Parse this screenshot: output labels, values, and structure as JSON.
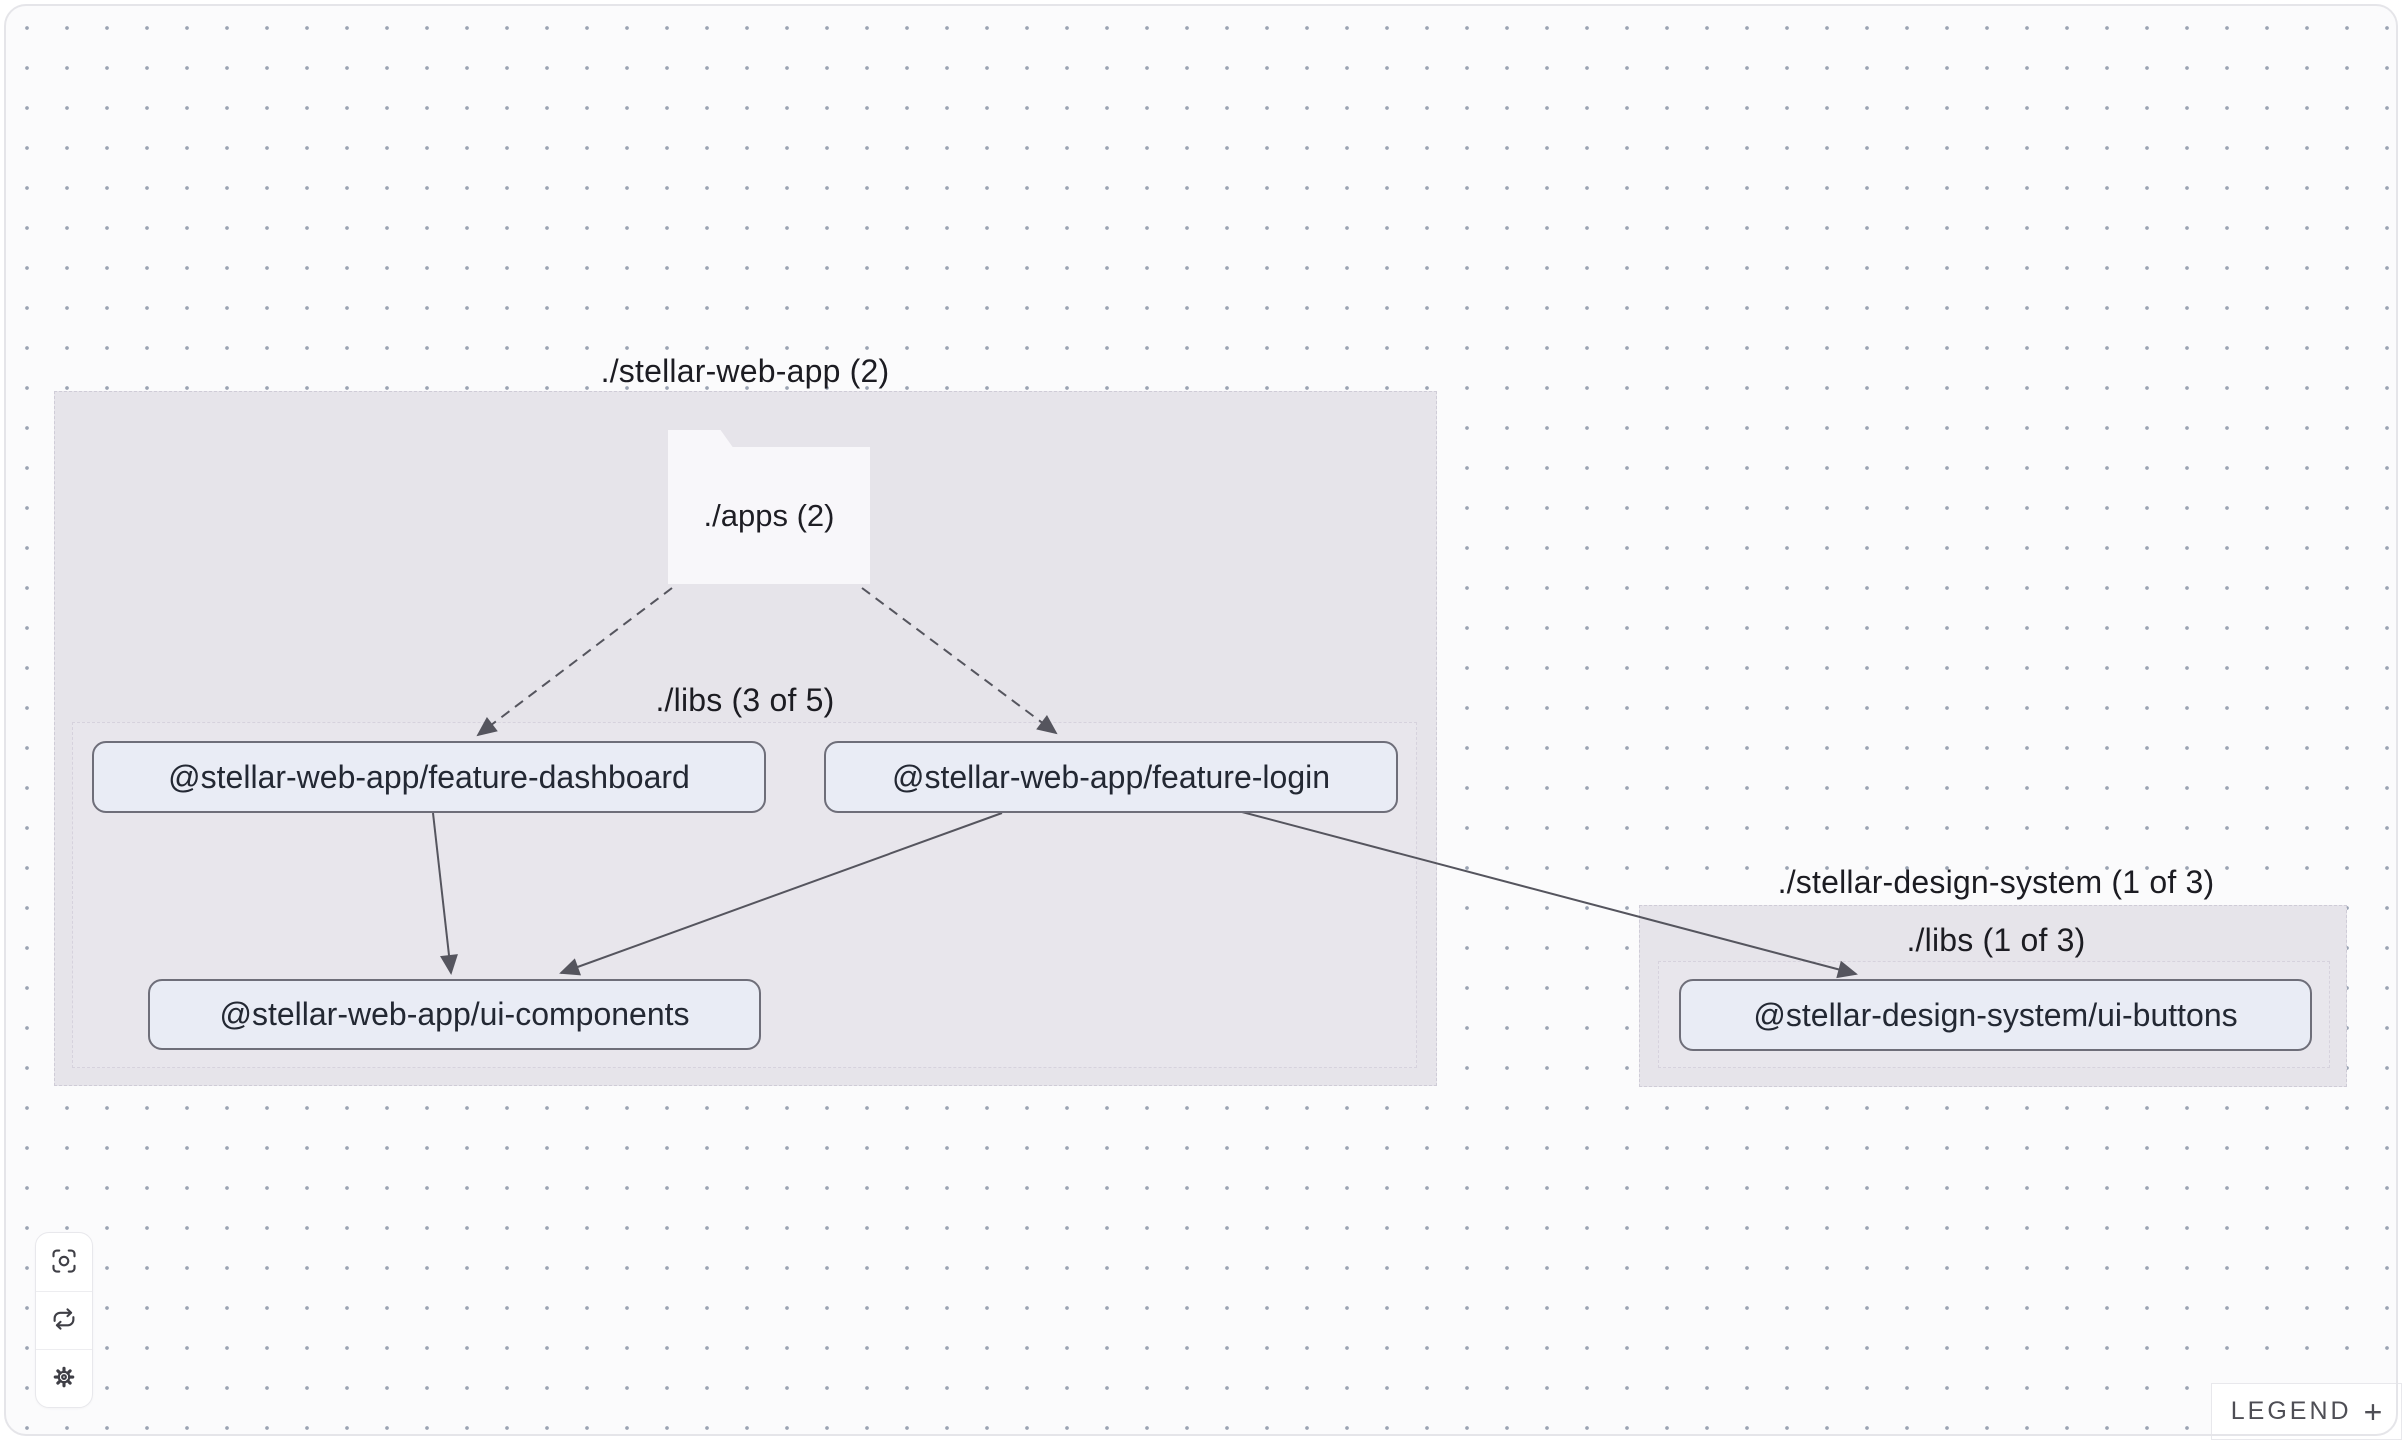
{
  "graph": {
    "groups": [
      {
        "name": "stellar-web-app",
        "label": "./stellar-web-app (2)",
        "apps_folder": {
          "label": "./apps (2)"
        },
        "libs": {
          "label": "./libs (3 of 5)"
        },
        "nodes": [
          {
            "id": "feature-dashboard",
            "label": "@stellar-web-app/feature-dashboard"
          },
          {
            "id": "feature-login",
            "label": "@stellar-web-app/feature-login"
          },
          {
            "id": "ui-components",
            "label": "@stellar-web-app/ui-components"
          }
        ]
      },
      {
        "name": "stellar-design-system",
        "label": "./stellar-design-system (1 of 3)",
        "libs": {
          "label": "./libs (1 of 3)"
        },
        "nodes": [
          {
            "id": "ui-buttons",
            "label": "@stellar-design-system/ui-buttons"
          }
        ]
      }
    ],
    "edges": [
      {
        "from": "./apps",
        "to": "@stellar-web-app/feature-dashboard",
        "style": "dashed"
      },
      {
        "from": "./apps",
        "to": "@stellar-web-app/feature-login",
        "style": "dashed"
      },
      {
        "from": "@stellar-web-app/feature-dashboard",
        "to": "@stellar-web-app/ui-components",
        "style": "solid"
      },
      {
        "from": "@stellar-web-app/feature-login",
        "to": "@stellar-web-app/ui-components",
        "style": "solid"
      },
      {
        "from": "@stellar-web-app/feature-login",
        "to": "@stellar-design-system/ui-buttons",
        "style": "solid"
      }
    ]
  },
  "toolbar": {
    "buttons": [
      {
        "icon": "focus-icon"
      },
      {
        "icon": "refresh-icon"
      },
      {
        "icon": "settings-icon"
      }
    ]
  },
  "legend": {
    "label": "LEGEND",
    "expand_icon": "+"
  },
  "colors": {
    "canvas_bg": "#fbfbfc",
    "dot": "#9aa3b3",
    "group_fill": "#e6e4ea",
    "node_fill": "#e9ecf5",
    "node_border": "#6e6e79",
    "edge": "#55555e",
    "folder_fill": "#f8f7fa",
    "text": "#1c1c22"
  }
}
